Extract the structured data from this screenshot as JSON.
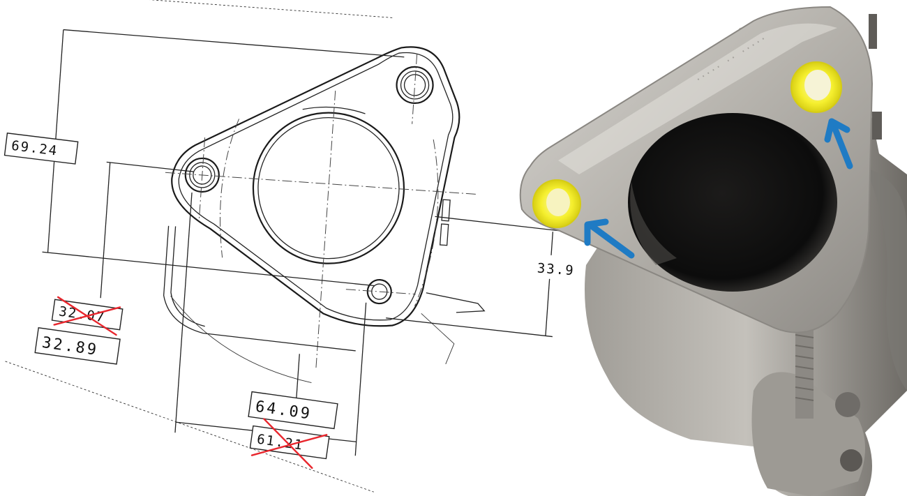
{
  "drawing": {
    "dimensions": [
      {
        "id": "dim-69",
        "text": "69.24",
        "obsolete": false
      },
      {
        "id": "dim-33",
        "text": "33.9",
        "obsolete": false
      },
      {
        "id": "dim-32-old",
        "text": "32.07",
        "obsolete": true
      },
      {
        "id": "dim-32-new",
        "text": "32.89",
        "obsolete": false
      },
      {
        "id": "dim-64-new",
        "text": "64.09",
        "obsolete": false
      },
      {
        "id": "dim-61-old",
        "text": "61.21",
        "obsolete": true
      }
    ]
  },
  "photo": {
    "highlight_color": "#f2ec22",
    "arrow_color": "#1f7bc4",
    "callouts": [
      "left-bolt-hole",
      "right-bolt-hole"
    ]
  }
}
